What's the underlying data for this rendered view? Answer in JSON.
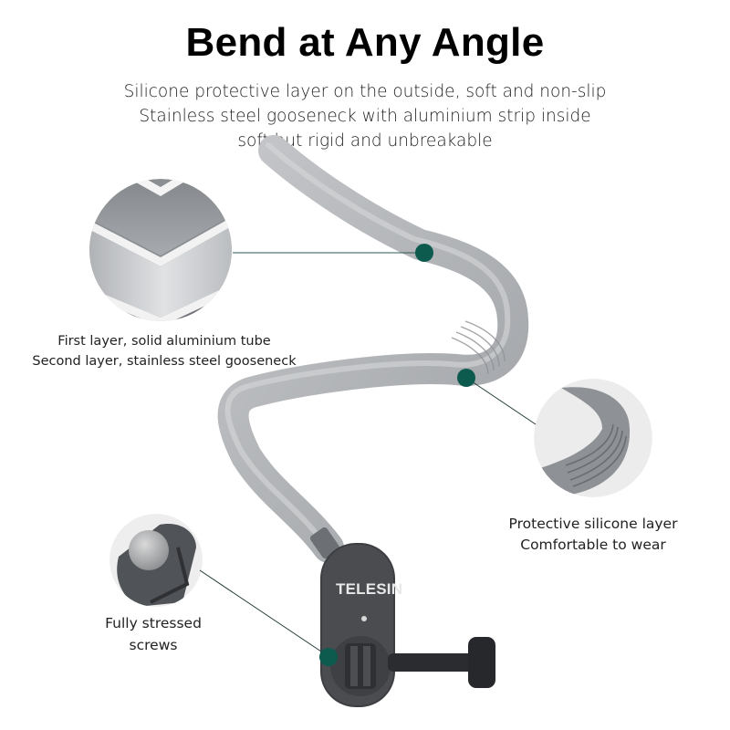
{
  "header": {
    "title": "Bend at Any Angle",
    "subtitle_lines": [
      "Silicone protective layer on the outside, soft and non-slip",
      "Stainless steel gooseneck with aluminium strip inside",
      "soft but rigid and unbreakable"
    ]
  },
  "product": {
    "brand_label": "TELESIN",
    "body_color": "#a9abae",
    "mount_color": "#4a4c50"
  },
  "callouts": [
    {
      "name": "inner-layers",
      "lines": [
        "First layer, solid aluminium tube",
        "Second layer, stainless steel gooseneck"
      ]
    },
    {
      "name": "silicone-layer",
      "lines": [
        "Protective silicone layer",
        "Comfortable to wear"
      ]
    },
    {
      "name": "screws",
      "lines": [
        "Fully stressed",
        "screws"
      ]
    }
  ],
  "colors": {
    "marker": "#0d5a4e",
    "leader_line": "#2f5a55"
  }
}
